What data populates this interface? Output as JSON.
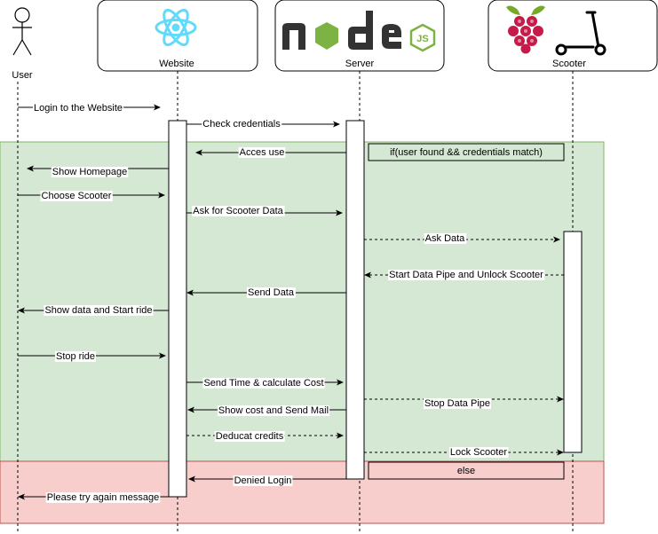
{
  "actors": {
    "user": "User",
    "website": "Website",
    "server": "Server",
    "scooter": "Scooter"
  },
  "icons": {
    "website": "react-logo-icon",
    "server": "nodejs-logo-icon",
    "scooter_board": "raspberry-pi-icon",
    "scooter_vehicle": "electric-scooter-icon"
  },
  "fragments": {
    "success_condition": "if(user found && credentials match)",
    "else_label": "else",
    "success_color": "#d5e8d4",
    "success_border": "#82b366",
    "fail_color": "#f8cecc",
    "fail_border": "#b85450"
  },
  "messages": [
    {
      "text": "Login to the Website",
      "from": "user",
      "to": "website",
      "style": "solid"
    },
    {
      "text": "Check credentials",
      "from": "website",
      "to": "server",
      "style": "solid"
    },
    {
      "text": "Acces use",
      "from": "server",
      "to": "website",
      "style": "solid"
    },
    {
      "text": "Show Homepage",
      "from": "website",
      "to": "user",
      "style": "solid"
    },
    {
      "text": "Choose Scooter",
      "from": "user",
      "to": "website",
      "style": "solid"
    },
    {
      "text": "Ask for Scooter Data",
      "from": "website",
      "to": "server",
      "style": "solid"
    },
    {
      "text": "Ask Data",
      "from": "server",
      "to": "scooter",
      "style": "dashed"
    },
    {
      "text": "Start Data Pipe and Unlock Scooter",
      "from": "scooter",
      "to": "server",
      "style": "dashed"
    },
    {
      "text": "Send Data",
      "from": "server",
      "to": "website",
      "style": "solid"
    },
    {
      "text": "Show data and Start ride",
      "from": "website",
      "to": "user",
      "style": "solid"
    },
    {
      "text": "Stop ride",
      "from": "user",
      "to": "website",
      "style": "solid"
    },
    {
      "text": "Send Time & calculate Cost",
      "from": "website",
      "to": "server",
      "style": "solid"
    },
    {
      "text": "Stop Data Pipe",
      "from": "server",
      "to": "scooter",
      "style": "dashed"
    },
    {
      "text": "Show cost and Send Mail",
      "from": "server",
      "to": "website",
      "style": "solid"
    },
    {
      "text": "Deducat credits",
      "from": "website",
      "to": "server",
      "style": "dashed"
    },
    {
      "text": "Lock Scooter",
      "from": "server",
      "to": "scooter",
      "style": "dashed"
    },
    {
      "text": "Denied Login",
      "from": "server",
      "to": "website",
      "style": "solid"
    },
    {
      "text": "Please try again message",
      "from": "website",
      "to": "user",
      "style": "solid"
    }
  ]
}
